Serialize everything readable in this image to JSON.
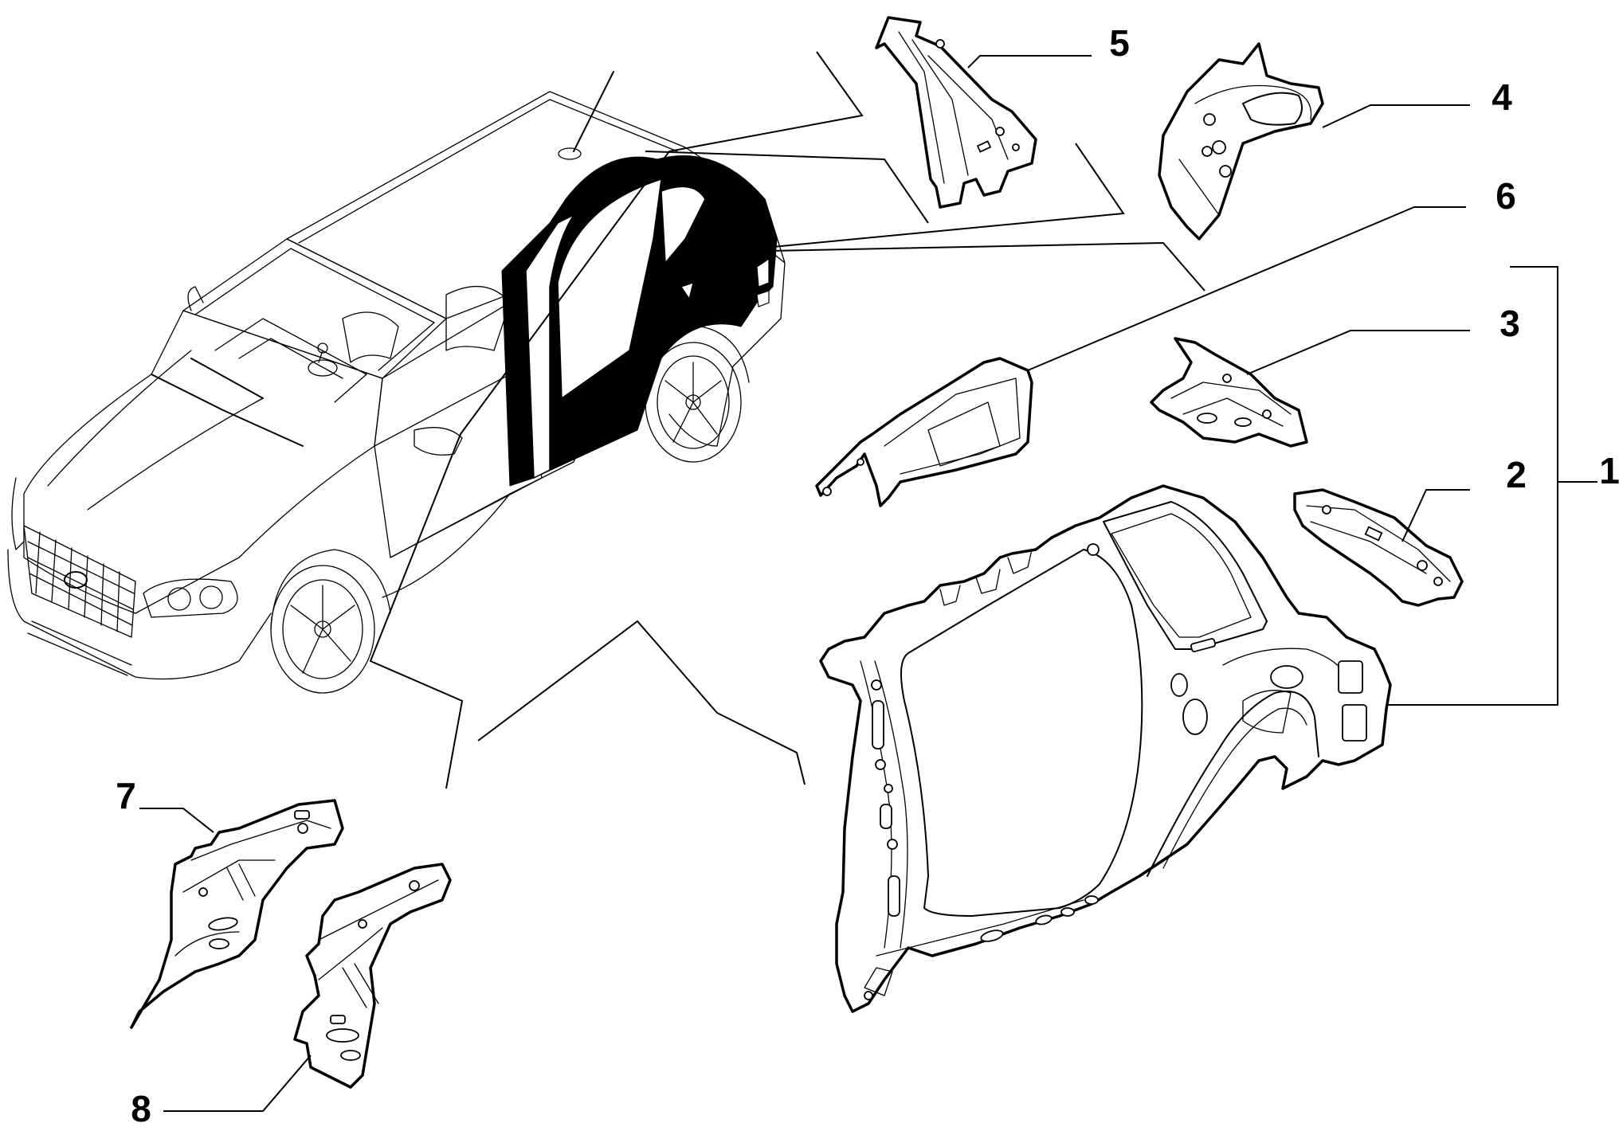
{
  "callouts": [
    {
      "id": "1",
      "label": "1"
    },
    {
      "id": "2",
      "label": "2"
    },
    {
      "id": "3",
      "label": "3"
    },
    {
      "id": "4",
      "label": "4"
    },
    {
      "id": "5",
      "label": "5"
    },
    {
      "id": "6",
      "label": "6"
    },
    {
      "id": "7",
      "label": "7"
    },
    {
      "id": "8",
      "label": "8"
    }
  ],
  "colors": {
    "line": "#000000",
    "background": "#ffffff",
    "highlight": "#000000"
  }
}
